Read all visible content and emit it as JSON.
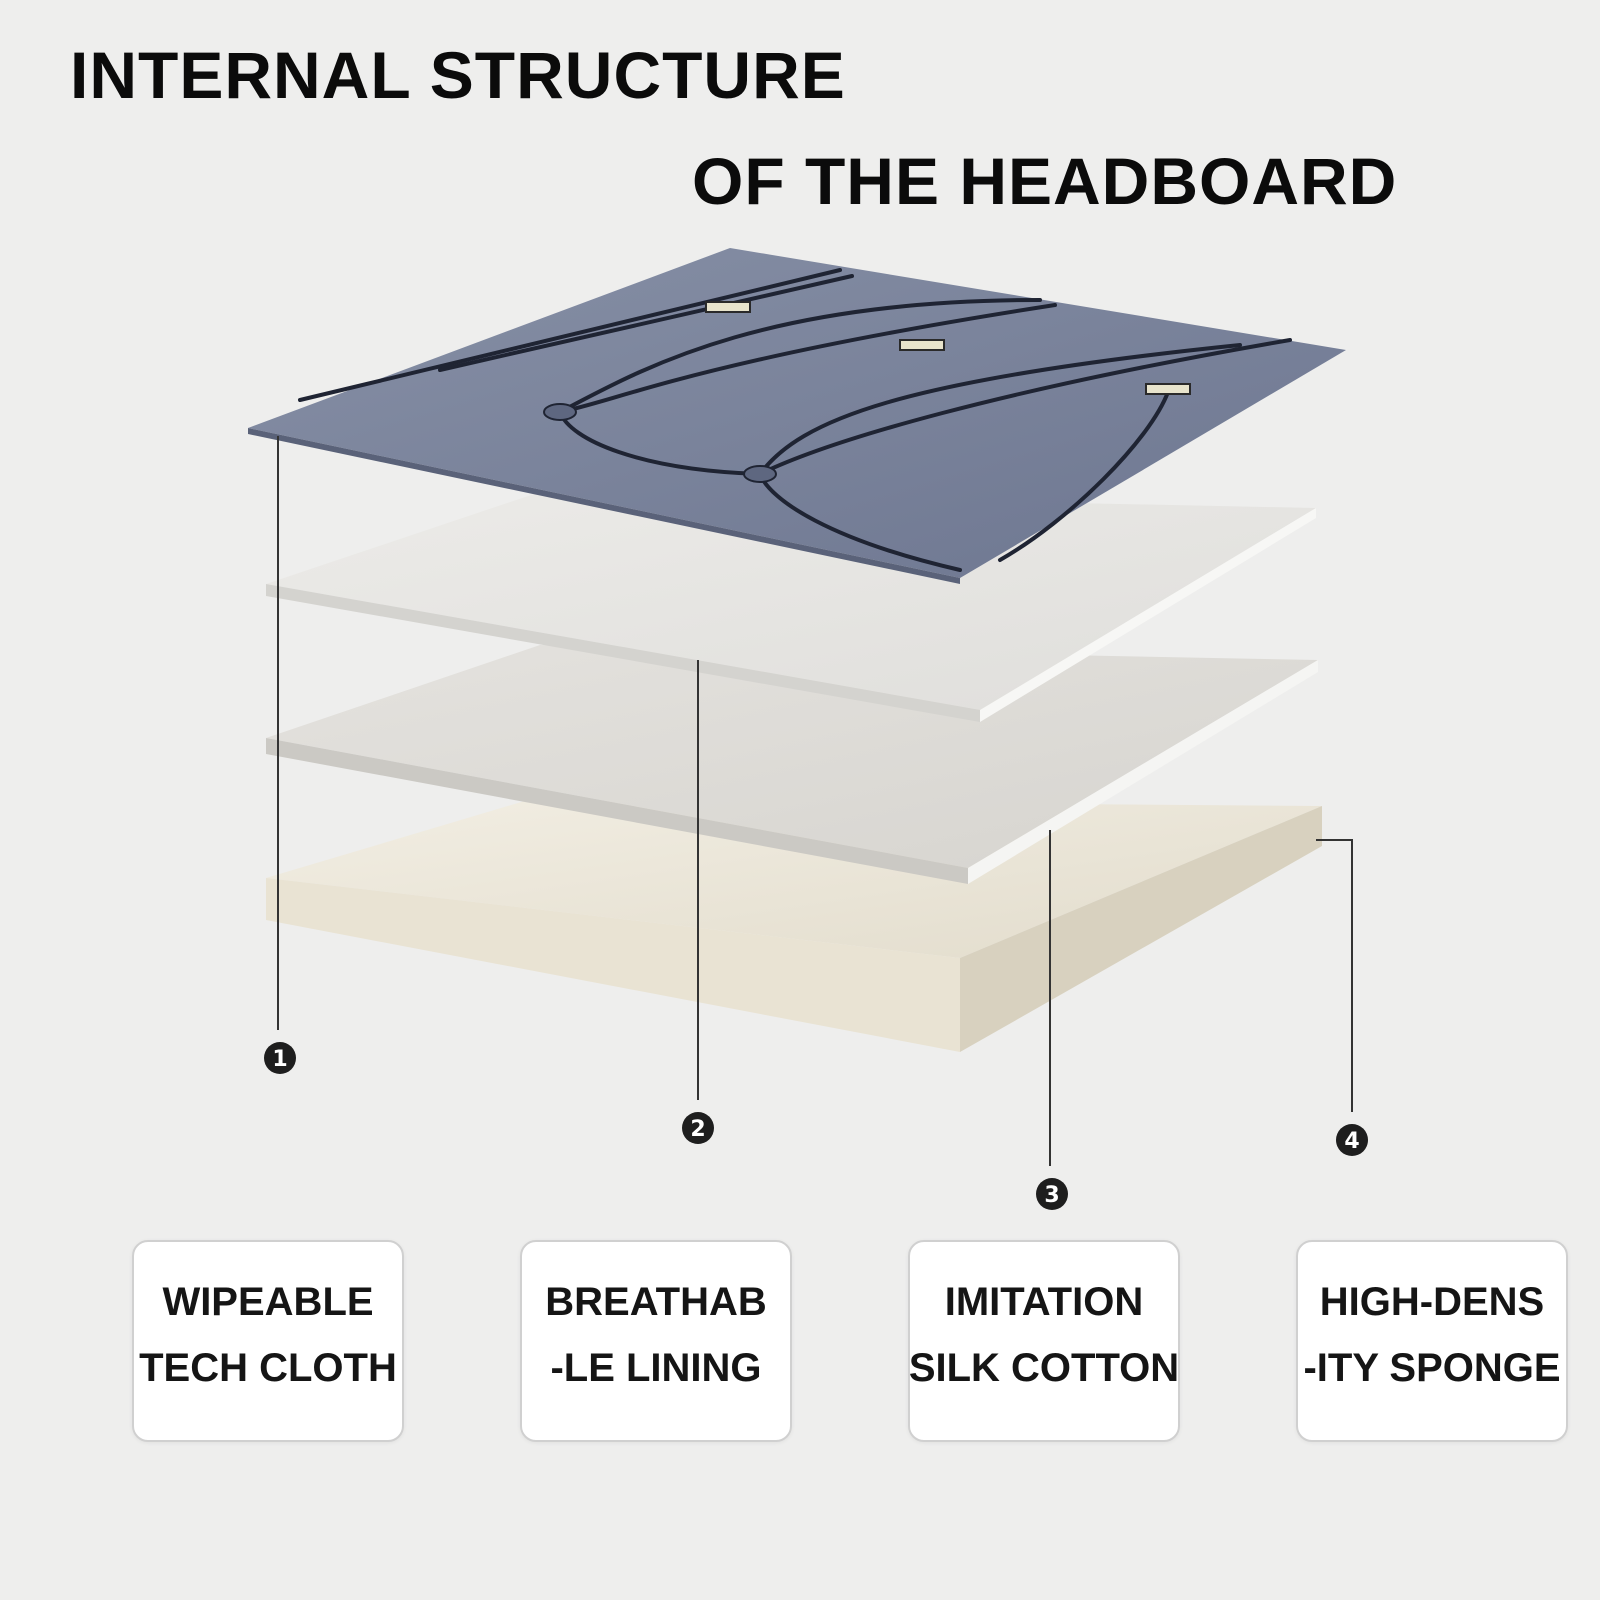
{
  "title": {
    "line1": "INTERNAL STRUCTURE",
    "line2": "OF THE HEADBOARD"
  },
  "layers": [
    {
      "marker": "1",
      "color": "#78829a",
      "line1": "WIPEABLE",
      "line2": "TECH CLOTH"
    },
    {
      "marker": "2",
      "color": "#e7e6e3",
      "line1": "BREATHAB",
      "line2": "-LE LINING"
    },
    {
      "marker": "3",
      "color": "#dddbd6",
      "line1": "IMITATION",
      "line2": "SILK COTTON"
    },
    {
      "marker": "4",
      "color": "#ebe5d6",
      "line1": "HIGH-DENS",
      "line2": "-ITY SPONGE"
    }
  ],
  "colors": {
    "background": "#eeeeed",
    "text": "#0b0b0b",
    "leader_line": "#333333",
    "marker": "#1e1e1e"
  }
}
